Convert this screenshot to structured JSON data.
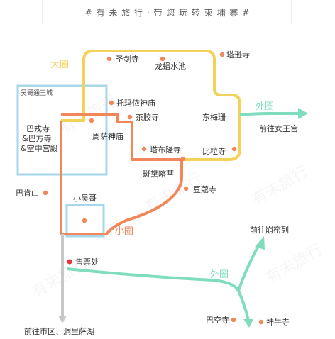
{
  "title": "# 有 未 旅 行 · 带 您 玩 转 柬 埔 寨 #",
  "colors": {
    "big_circle": "#f2d25a",
    "small_circle": "#f1875a",
    "outer_circle": "#7fdcbf",
    "ticket_road": "#c8c8c8",
    "box": "#a6d7ea",
    "dot": "#f1875a",
    "ticket_dot": "#e8303f",
    "text": "#333333"
  },
  "circles": {
    "big": "大圈",
    "small": "小圈",
    "outer_top": "外圈",
    "outer_bottom": "外圈"
  },
  "boxes": {
    "angkor_thom": "吴哥通王城"
  },
  "labels": {
    "preah_khan": "圣剑寺",
    "neak_pean": "龙蟠水池",
    "ta_som": "塔逊寺",
    "ta_prohm_kel": "托玛侬神庙",
    "chau_say": "茶胶寺",
    "east_mebon": "东梅珊",
    "baphuon_phimeanakas": "巴戎寺\n&巴方寺\n&空中宫殿",
    "zhousa": "周萨神庙",
    "ta_prohm": "塔布隆寺",
    "pre_rup": "比粒寺",
    "banteay_kdei": "斑黛喀蒂",
    "srah_srang": "豆蔻寺",
    "phnom_bakheng": "巴肯山",
    "angkor_wat": "小吴哥",
    "ticket_office": "售票处",
    "to_banteay_srei": "前往女王宫",
    "to_beng_mealea": "前往崩密列",
    "bakong": "巴空寺",
    "preah_ko": "神牛寺",
    "to_city": "前往市区、洞里萨湖"
  },
  "watermark": "有未旅行"
}
